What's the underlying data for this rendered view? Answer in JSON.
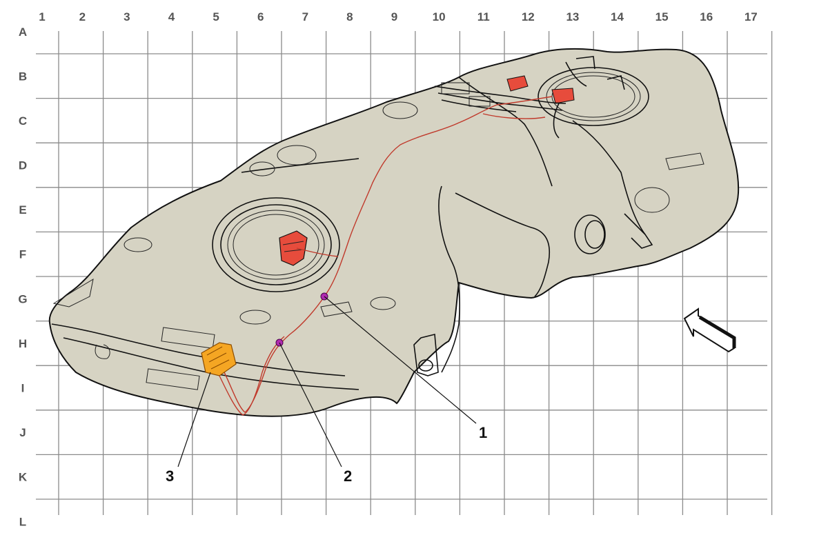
{
  "grid": {
    "columns": [
      "1",
      "2",
      "3",
      "4",
      "5",
      "6",
      "7",
      "8",
      "9",
      "10",
      "11",
      "12",
      "13",
      "14",
      "15",
      "16",
      "17"
    ],
    "rows": [
      "A",
      "B",
      "C",
      "D",
      "E",
      "F",
      "G",
      "H",
      "I",
      "J",
      "K",
      "L"
    ]
  },
  "callouts": [
    {
      "label": "1"
    },
    {
      "label": "2"
    },
    {
      "label": "3"
    }
  ],
  "colors": {
    "tank_fill": "#d6d3c3",
    "harness": "#c0392b",
    "connector_3": "#f39c12",
    "connectors_1_2": "#b02ab0",
    "grid": "#8a8a8a"
  },
  "icons": [
    "direction-arrow-icon"
  ]
}
